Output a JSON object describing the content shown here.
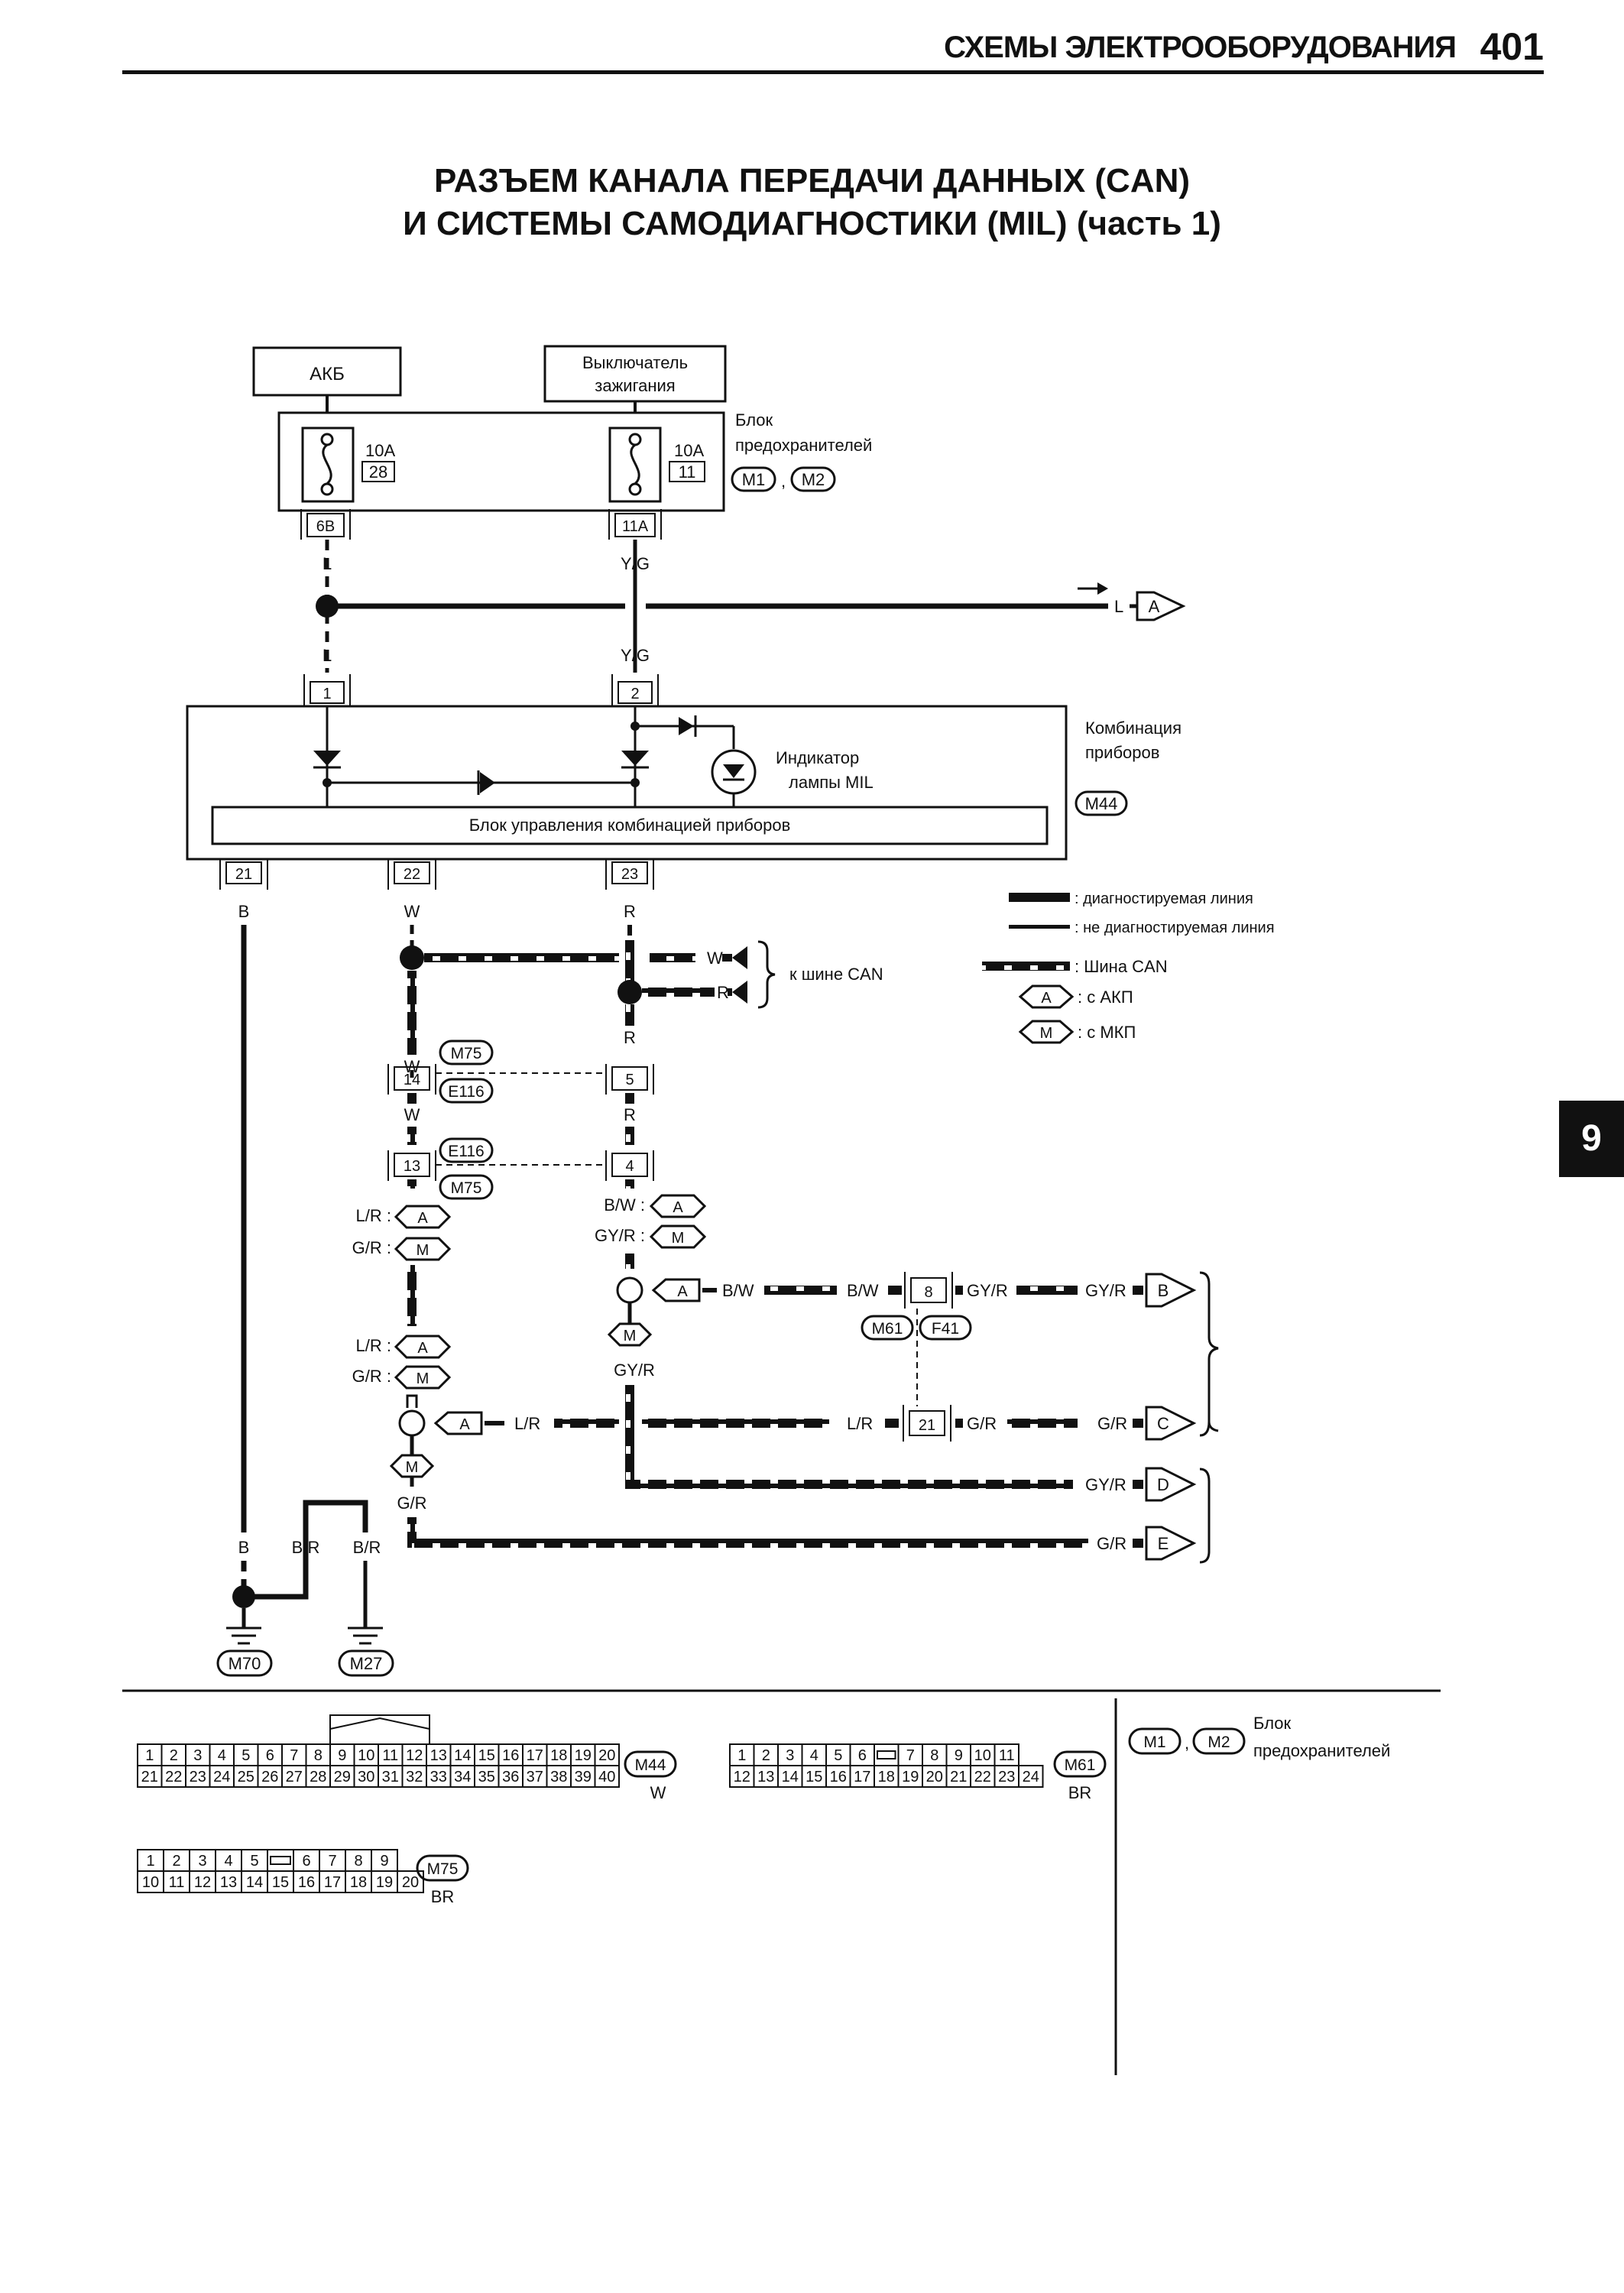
{
  "header": {
    "section_title": "СХЕМЫ ЭЛЕКТРООБОРУДОВАНИЯ",
    "page_number": "401"
  },
  "title": {
    "line1": "РАЗЪЕМ КАНАЛА ПЕРЕДАЧИ ДАННЫХ (CAN)",
    "line2": "И СИСТЕМЫ САМОДИАГНОСТИКИ (MIL) (часть 1)"
  },
  "tab_label": "9",
  "sources": {
    "battery": "АКБ",
    "ignition_line1": "Выключатель",
    "ignition_line2": "зажигания"
  },
  "fuse_block": {
    "label_line1": "Блок",
    "label_line2": "предохранителей",
    "conn_m1": "M1",
    "conn_m2": "M2",
    "sep": ",",
    "fuse_left": {
      "rating": "10A",
      "number": "28",
      "terminal": "6B"
    },
    "fuse_right": {
      "rating": "10A",
      "number": "11",
      "terminal": "11A"
    }
  },
  "wires": {
    "L": "L",
    "YG": "Y/G",
    "B": "B",
    "W": "W",
    "R": "R",
    "BR": "B/R",
    "LR": "L/R",
    "GR": "G/R",
    "BW": "B/W",
    "GYR": "GY/R",
    "LR_colon": "L/R :",
    "GR_colon": "G/R :",
    "BW_colon": "B/W :",
    "GYR_colon": "GY/R :"
  },
  "refs": {
    "A": "A",
    "B": "B",
    "C": "C",
    "D": "D",
    "E": "E",
    "M": "M"
  },
  "combination_meter": {
    "label_line1": "Комбинация",
    "label_line2": "приборов",
    "conn": "M44",
    "pin1": "1",
    "pin2": "2",
    "pin21": "21",
    "pin22": "22",
    "pin23": "23",
    "mil_line1": "Индикатор",
    "mil_line2": "лампы MIL",
    "control_unit": "Блок управления комбинацией приборов"
  },
  "can_bus": {
    "label": "к шине CAN"
  },
  "legend": {
    "diag": ": диагностируемая линия",
    "nondiag": ": не диагностируемая линия",
    "can": ": Шина CAN",
    "akp": ": с АКП",
    "mkp": ": с МКП"
  },
  "connectors": {
    "M75": "M75",
    "E116": "E116",
    "pin14": "14",
    "pin5": "5",
    "pin13": "13",
    "pin4": "4",
    "pin8": "8",
    "pin21": "21",
    "M61": "M61",
    "F41": "F41",
    "M70": "M70",
    "M27": "M27"
  },
  "connector_views": {
    "m44": {
      "row1": [
        "1",
        "2",
        "3",
        "4",
        "5",
        "6",
        "7",
        "8",
        "9",
        "10",
        "11",
        "12",
        "13",
        "14",
        "15",
        "16",
        "17",
        "18",
        "19",
        "20"
      ],
      "row2": [
        "21",
        "22",
        "23",
        "24",
        "25",
        "26",
        "27",
        "28",
        "29",
        "30",
        "31",
        "32",
        "33",
        "34",
        "35",
        "36",
        "37",
        "38",
        "39",
        "40"
      ],
      "name": "M44",
      "color": "W"
    },
    "m61": {
      "row1": [
        "1",
        "2",
        "3",
        "4",
        "5",
        "6",
        "",
        "7",
        "8",
        "9",
        "10",
        "11"
      ],
      "row2": [
        "12",
        "13",
        "14",
        "15",
        "16",
        "17",
        "18",
        "19",
        "20",
        "21",
        "22",
        "23",
        "24"
      ],
      "name": "M61",
      "color": "BR"
    },
    "m75": {
      "row1": [
        "1",
        "2",
        "3",
        "4",
        "5",
        "",
        "6",
        "7",
        "8",
        "9"
      ],
      "row2": [
        "10",
        "11",
        "12",
        "13",
        "14",
        "15",
        "16",
        "17",
        "18",
        "19",
        "20"
      ],
      "name": "M75",
      "color": "BR"
    },
    "fuse_block_ref": {
      "m1": "M1",
      "m2": "M2",
      "sep": ",",
      "label_line1": "Блок",
      "label_line2": "предохранителей"
    }
  }
}
